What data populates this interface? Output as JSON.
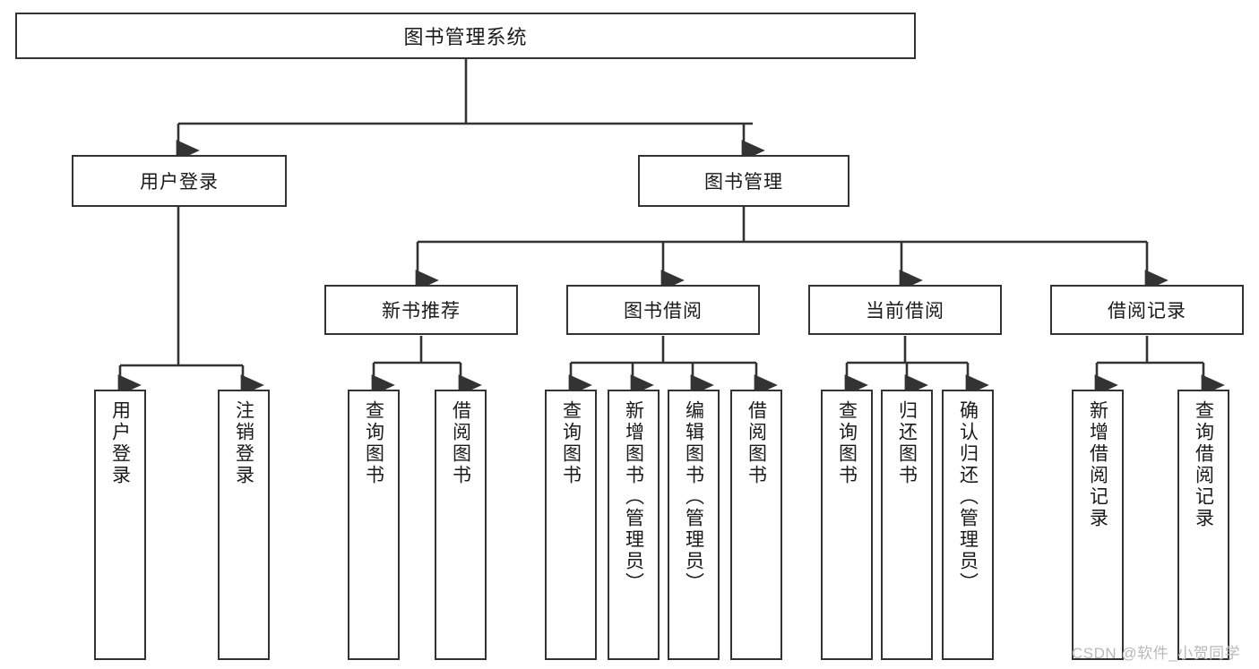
{
  "diagram": {
    "title": "图书管理系统",
    "type": "hierarchy-tree",
    "background_color": "#ffffff",
    "line_color": "#333333",
    "text_color": "#1a1a1a",
    "watermark": "CSDN @软件_小贺同学",
    "watermark_color": "#b9b9b9",
    "levels": {
      "root_label": "图书管理系统",
      "level2": [
        {
          "label": "用户登录"
        },
        {
          "label": "图书管理"
        }
      ],
      "level3": [
        {
          "label": "新书推荐"
        },
        {
          "label": "图书借阅"
        },
        {
          "label": "当前借阅"
        },
        {
          "label": "借阅记录"
        }
      ],
      "leaves": [
        {
          "label": "用户登录"
        },
        {
          "label": "注销登录"
        },
        {
          "label": "查询图书"
        },
        {
          "label": "借阅图书"
        },
        {
          "label": "查询图书"
        },
        {
          "label": "新增图书（管理员）"
        },
        {
          "label": "编辑图书（管理员）"
        },
        {
          "label": "借阅图书"
        },
        {
          "label": "查询图书"
        },
        {
          "label": "归还图书"
        },
        {
          "label": "确认归还（管理员）"
        },
        {
          "label": "新增借阅记录"
        },
        {
          "label": "查询借阅记录"
        }
      ]
    },
    "tree": {
      "root": "图书管理系统",
      "children": [
        {
          "label": "用户登录",
          "children": [
            {
              "label": "用户登录"
            },
            {
              "label": "注销登录"
            }
          ]
        },
        {
          "label": "图书管理",
          "children": [
            {
              "label": "新书推荐",
              "children": [
                {
                  "label": "查询图书"
                },
                {
                  "label": "借阅图书"
                }
              ]
            },
            {
              "label": "图书借阅",
              "children": [
                {
                  "label": "查询图书"
                },
                {
                  "label": "新增图书（管理员）"
                },
                {
                  "label": "编辑图书（管理员）"
                },
                {
                  "label": "借阅图书"
                }
              ]
            },
            {
              "label": "当前借阅",
              "children": [
                {
                  "label": "查询图书"
                },
                {
                  "label": "归还图书"
                },
                {
                  "label": "确认归还（管理员）"
                }
              ]
            },
            {
              "label": "借阅记录",
              "children": [
                {
                  "label": "新增借阅记录"
                },
                {
                  "label": "查询借阅记录"
                }
              ]
            }
          ]
        }
      ]
    }
  }
}
